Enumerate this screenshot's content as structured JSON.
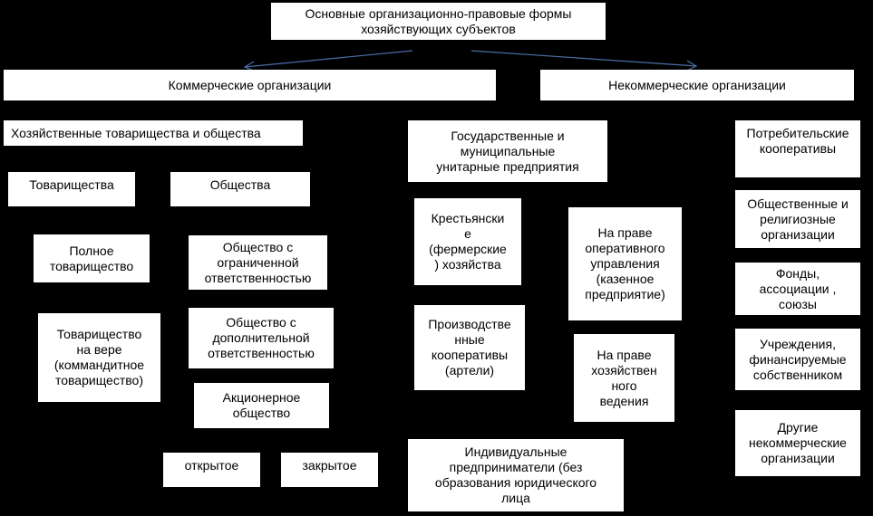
{
  "title": "Основные организационно-правовые формы\nхозяйствующих субъектов",
  "commercial": "Коммерческие организации",
  "noncommercial": "Некоммерческие организации",
  "commercial_items": {
    "partnerships_and_companies": "Хозяйственные товарищества и общества",
    "partnerships": "Товарищества",
    "companies": "Общества",
    "full_partnership": "Полное\nтоварищество",
    "limited_partnership": "Товарищество\nна вере\n(коммандитное\nтоварищество)",
    "llc": "Общество с\nограниченной\nответственностью",
    "alc": "Общество с\nдополнительной\nответственностью",
    "joint_stock": "Акционерное\nобщество",
    "open": "открытое",
    "closed": "закрытое",
    "state_enterprises": "Государственные и\nмуниципальные\nунитарные предприятия",
    "farms": "Крестьянски\nе\n(фермерские\n) хозяйства",
    "production_coops": "Производстве\nнные\nкооперативы\n(артели)",
    "operational_management": "На праве\nоперативного\nуправления\n(казенное\nпредприятие)",
    "economic_management": "На праве\nхозяйствен\nного\nведения",
    "entrepreneurs": "Индивидуальные\nпредприниматели (без\nобразования юридического\nлица"
  },
  "noncommercial_items": {
    "consumer_coops": "Потребительские\nкооперативы",
    "public_religious": "Общественные и\nрелигиозные\nорганизации",
    "funds": "Фонды,\nассоциации ,\nсоюзы",
    "institutions": "Учреждения,\nфинансируемые\nсобственником",
    "other": "Другие\nнекоммерческие\nорганизации"
  },
  "colors": {
    "background": "#000000",
    "box": "#ffffff",
    "arrow": "#4a6fa5"
  }
}
